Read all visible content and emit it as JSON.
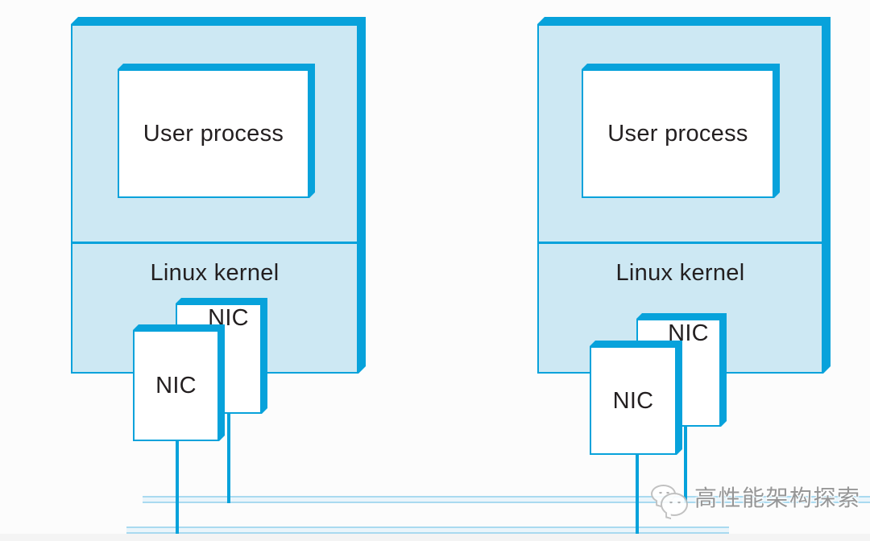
{
  "diagram": {
    "machines": [
      {
        "user_process_label": "User process",
        "kernel_label": "Linux kernel",
        "nics": [
          "NIC",
          "NIC"
        ]
      },
      {
        "user_process_label": "User process",
        "kernel_label": "Linux kernel",
        "nics": [
          "NIC",
          "NIC"
        ]
      }
    ],
    "network": {
      "buses": [
        "upper-bus",
        "lower-bus"
      ]
    },
    "watermark": {
      "icon": "wechat-icon",
      "text": "高性能架构探索"
    },
    "colors": {
      "accent": "#07a2db",
      "panel_fill": "#cde8f3",
      "box_fill": "#ffffff",
      "bus_edge": "#a9daf0",
      "bus_fill": "#eaf5fb",
      "ink": "#231f20",
      "watermark_gray": "#8f8f8f",
      "page_bg": "#fcfcfc",
      "footer_strip": "#f4f4f4"
    }
  }
}
